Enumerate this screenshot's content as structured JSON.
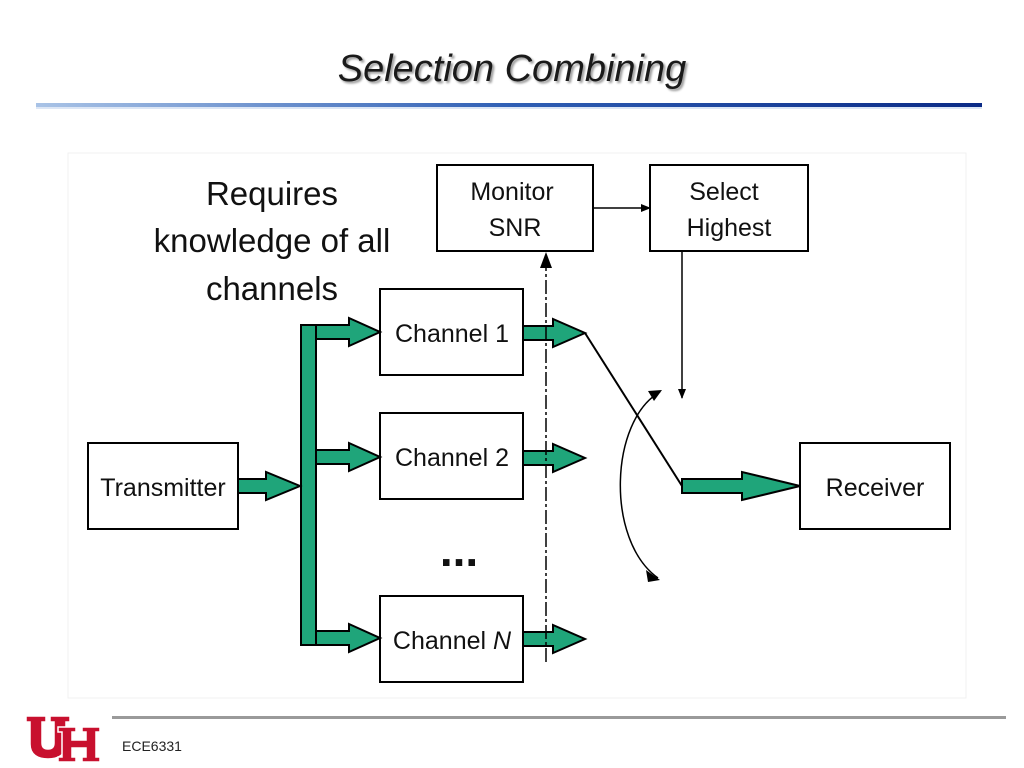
{
  "slide": {
    "title": "Selection Combining"
  },
  "diagram": {
    "note_lines": [
      "Requires",
      "knowledge of all",
      "channels"
    ],
    "blocks": {
      "transmitter": "Transmitter",
      "monitor_line1": "Monitor",
      "monitor_line2": "SNR",
      "select_line1": "Select",
      "select_line2": "Highest",
      "channel_1": "Channel 1",
      "channel_2": "Channel 2",
      "channel_n_prefix": "Channel ",
      "channel_n_var": "N",
      "receiver": "Receiver"
    },
    "ellipsis": "...",
    "colors": {
      "arrow_fill": "#1fa57a",
      "line": "#000000"
    }
  },
  "footer": {
    "course": "ECE6331",
    "logo_letters": "UH",
    "logo_color": "#c8102e"
  }
}
